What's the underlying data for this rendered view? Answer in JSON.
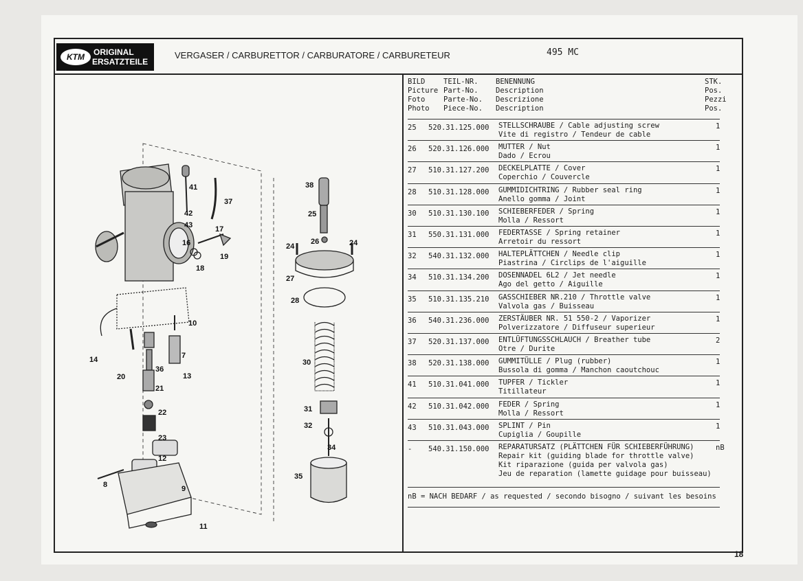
{
  "logo": {
    "mark": "KTM",
    "line1": "ORIGINAL",
    "line2": "ERSATZTEILE"
  },
  "title": "VERGASER / CARBURETTOR / CARBURATORE / CARBURETEUR",
  "model": "495 MC",
  "columns": {
    "bild": "BILD\nPicture\nFoto\nPhoto",
    "teil": "TEIL-NR.\nPart-No.\nParte-No.\nPiece-No.",
    "benennung": "BENENNUNG\nDescription\nDescrizione\nDescription",
    "stk": "STK.\nPos.\nPezzi\nPos."
  },
  "rows": [
    {
      "pos": "25",
      "part": "520.31.125.000",
      "d1": "STELLSCHRAUBE / Cable adjusting screw",
      "d2": "Vite di registro / Tendeur de cable",
      "qty": "1"
    },
    {
      "pos": "26",
      "part": "520.31.126.000",
      "d1": "MUTTER / Nut",
      "d2": "Dado / Ecrou",
      "qty": "1"
    },
    {
      "pos": "27",
      "part": "510.31.127.200",
      "d1": "DECKELPLATTE / Cover",
      "d2": "Coperchio / Couvercle",
      "qty": "1"
    },
    {
      "pos": "28",
      "part": "510.31.128.000",
      "d1": "GUMMIDICHTRING / Rubber seal ring",
      "d2": "Anello gomma / Joint",
      "qty": "1"
    },
    {
      "pos": "30",
      "part": "510.31.130.100",
      "d1": "SCHIEBERFEDER / Spring",
      "d2": "Molla / Ressort",
      "qty": "1"
    },
    {
      "pos": "31",
      "part": "550.31.131.000",
      "d1": "FEDERTASSE / Spring retainer",
      "d2": "Arretoir du ressort",
      "qty": "1"
    },
    {
      "pos": "32",
      "part": "540.31.132.000",
      "d1": "HALTEPLÄTTCHEN / Needle clip",
      "d2": "Piastrina / Circlips de l'aiguille",
      "qty": "1"
    },
    {
      "pos": "34",
      "part": "510.31.134.200",
      "d1": "DOSENNADEL 6L2 / Jet needle",
      "d2": "Ago del getto / Aiguille",
      "qty": "1"
    },
    {
      "pos": "35",
      "part": "510.31.135.210",
      "d1": "GASSCHIEBER NR.210 / Throttle valve",
      "d2": "Valvola gas / Buisseau",
      "qty": "1"
    },
    {
      "pos": "36",
      "part": "540.31.236.000",
      "d1": "ZERSTÄUBER NR. 51 550-2 / Vaporizer",
      "d2": "Polverizzatore / Diffuseur superieur",
      "qty": "1"
    },
    {
      "pos": "37",
      "part": "520.31.137.000",
      "d1": "ENTLÜFTUNGSSCHLAUCH / Breather tube",
      "d2": "Otre / Durite",
      "qty": "2"
    },
    {
      "pos": "38",
      "part": "520.31.138.000",
      "d1": "GUMMITÜLLE / Plug (rubber)",
      "d2": "Bussola di gomma / Manchon caoutchouc",
      "qty": "1"
    },
    {
      "pos": "41",
      "part": "510.31.041.000",
      "d1": "TUPFER / Tickler",
      "d2": "Titillateur",
      "qty": "1"
    },
    {
      "pos": "42",
      "part": "510.31.042.000",
      "d1": "FEDER / Spring",
      "d2": "Molla / Ressort",
      "qty": "1"
    },
    {
      "pos": "43",
      "part": "510.31.043.000",
      "d1": "SPLINT / Pin",
      "d2": "Cupiglia / Goupille",
      "qty": "1"
    }
  ],
  "last_row": {
    "pos": "-",
    "part": "540.31.150.000",
    "d1": "REPARATURSATZ (PLÄTTCHEN FÜR SCHIEBERFÜHRUNG)",
    "d2": "Repair kit (guiding blade for throttle valve)",
    "d3": "Kit riparazione (guida per valvola gas)",
    "d4": "Jeu de reparation (lamette guidage pour buisseau)",
    "qty": "nB"
  },
  "footnote": "nB = NACH BEDARF / as requested / secondo bisogno / suivant les besoins",
  "callouts": {
    "c41": "41",
    "c37": "37",
    "c42": "42",
    "c43": "43",
    "c17": "17",
    "c16": "16",
    "c19": "19",
    "c18": "18",
    "c10": "10",
    "c14": "14",
    "c7": "7",
    "c36": "36",
    "c13": "13",
    "c20": "20",
    "c21": "21",
    "c22": "22",
    "c23": "23",
    "c12": "12",
    "c9": "9",
    "c8": "8",
    "c11": "11",
    "c38": "38",
    "c25": "25",
    "c24a": "24",
    "c26": "26",
    "c24b": "24",
    "c27": "27",
    "c28": "28",
    "c30": "30",
    "c31": "31",
    "c32": "32",
    "c34": "34",
    "c35": "35"
  },
  "page_number": "18"
}
